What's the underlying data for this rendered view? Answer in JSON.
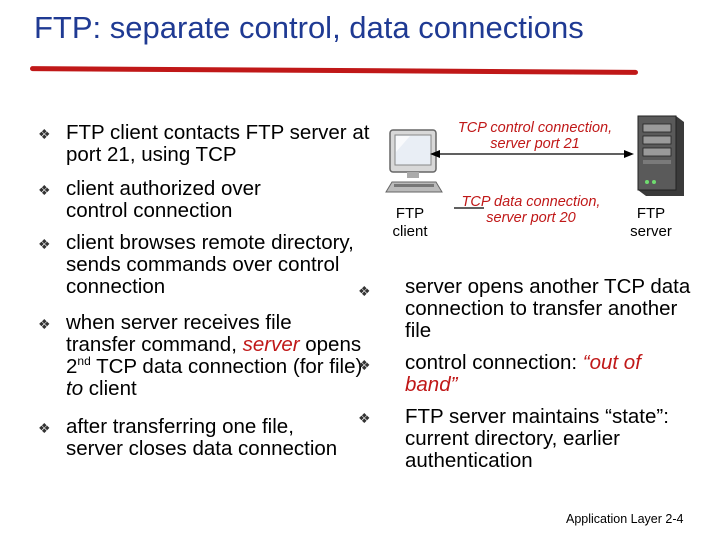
{
  "slide": {
    "title": "FTP: separate control, data connections",
    "footer_label": "Application Layer",
    "footer_page": "2-4"
  },
  "left_bullets": {
    "b1": "FTP client contacts FTP server at port 21, using TCP",
    "b2": "client authorized over control connection",
    "b3": "client browses remote directory, sends commands over control connection",
    "b4_pre": "when server receives file transfer command, ",
    "b4_red": "server",
    "b4_mid1": " opens 2",
    "b4_sup": "nd",
    "b4_mid2": " TCP data connection (for file) ",
    "b4_it": "to",
    "b4_post": " client",
    "b5": "after transferring one file, server closes data connection"
  },
  "right_bullets": {
    "r1": "server opens another TCP data connection to transfer another file",
    "r2_pre": "control connection: ",
    "r2_red": "“out of band”",
    "r3": "FTP server maintains “state”: current directory, earlier authentication"
  },
  "diagram": {
    "control_label": "TCP control connection, server port 21",
    "data_label": "TCP data connection, server port 20",
    "client_label": "FTP client",
    "server_label": "FTP server",
    "client_icon": "computer-monitor-icon",
    "server_icon": "server-tower-icon",
    "accent_color": "#c01818",
    "title_color": "#1f3a93"
  }
}
